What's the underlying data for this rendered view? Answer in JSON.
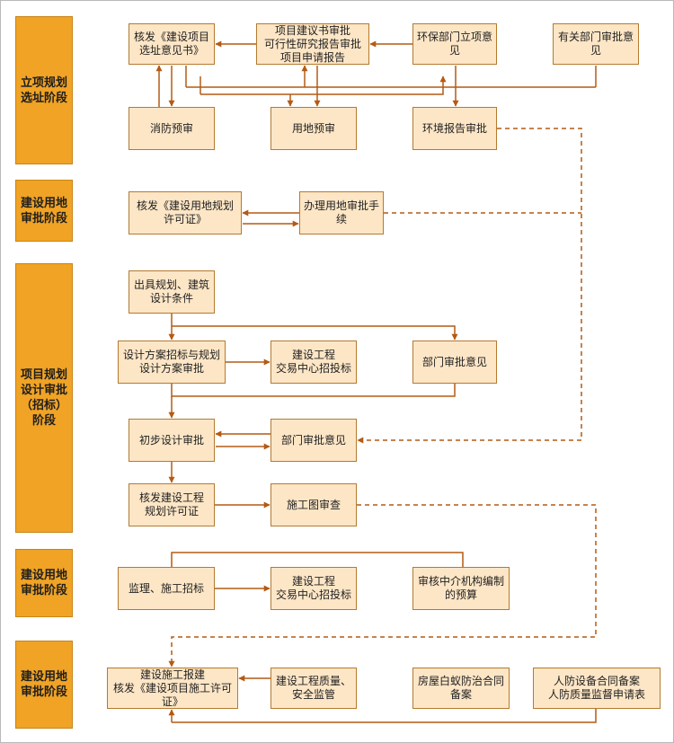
{
  "colors": {
    "stage_fill": "#f0a325",
    "node_fill": "#fde6c6",
    "node_border": "#b47a2f",
    "arrow": "#b45a14"
  },
  "stages": {
    "s1": "立项规划\n选址阶段",
    "s2": "建设用地\n审批阶段",
    "s3": "项目规划\n设计审批\n（招标）\n阶段",
    "s4": "建设用地\n审批阶段",
    "s5": "建设用地\n审批阶段"
  },
  "nodes": {
    "n1": "核发《建设项目\n选址意见书》",
    "n2": "项目建议书审批\n可行性研究报告审批\n项目申请报告",
    "n3": "环保部门立项意\n见",
    "n4": "有关部门审批意\n见",
    "n5": "消防预审",
    "n6": "用地预审",
    "n7": "环境报告审批",
    "n8": "核发《建设用地规划\n许可证》",
    "n9": "办理用地审批手\n续",
    "n10": "出具规划、建筑\n设计条件",
    "n11": "设计方案招标与规划\n设计方案审批",
    "n12": "建设工程\n交易中心招投标",
    "n13": "部门审批意见",
    "n14": "初步设计审批",
    "n15": "部门审批意见",
    "n16": "核发建设工程\n规划许可证",
    "n17": "施工图审查",
    "n18": "监理、施工招标",
    "n19": "建设工程\n交易中心招投标",
    "n20": "审核中介机构编制\n的预算",
    "n21": "建设施工报建\n核发《建设项目施工许可\n证》",
    "n22": "建设工程质量、\n安全监管",
    "n23": "房屋白蚁防治合同\n备案",
    "n24": "人防设备合同备案\n人防质量监督申请表"
  }
}
